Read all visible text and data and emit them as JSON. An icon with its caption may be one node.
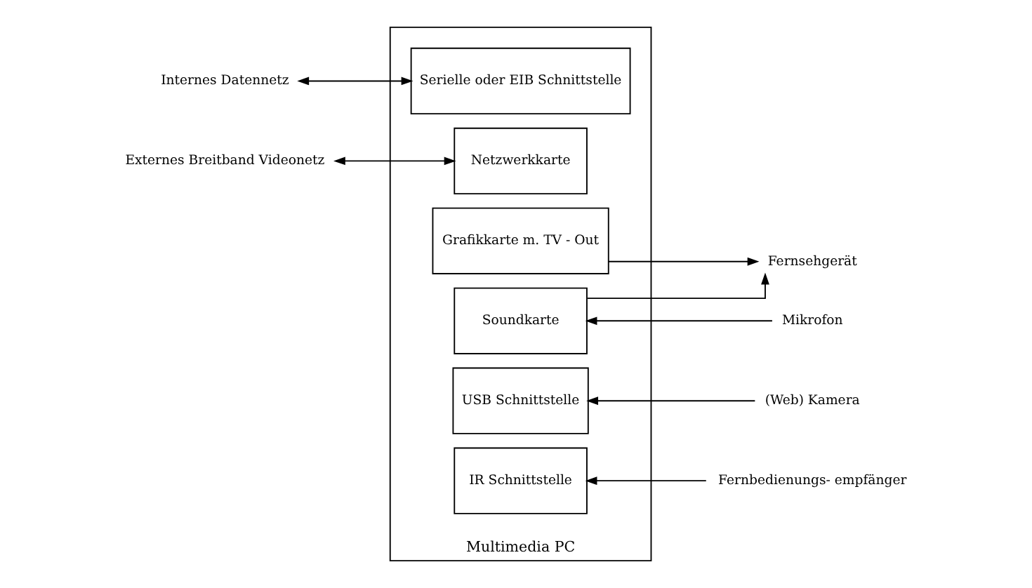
{
  "diagram": {
    "nodes": [
      {
        "text": [
          "Multimedia PC"
        ]
      },
      {
        "text": [
          "Serielle oder EIB Schnittstelle"
        ],
        "in": 0
      },
      {
        "text": [
          "Netzwerkkarte"
        ],
        "in": 0
      },
      {
        "text": [
          "Grafikkarte m. TV - Out"
        ],
        "in": 0
      },
      {
        "text": [
          "USB Schnittstelle"
        ],
        "in": 0
      },
      {
        "text": [
          "Soundkarte"
        ],
        "in": 0
      },
      {
        "text": [
          "IR Schnittstelle"
        ],
        "in": 0
      },
      {
        "text": [
          "Internes Datennetz"
        ]
      },
      {
        "text": [
          "Externes Breitband Videonetz"
        ]
      },
      {
        "text": [
          "Fernsehgerät"
        ]
      },
      {
        "text": [
          "(Web) Kamera"
        ]
      },
      {
        "text": [
          "Mikrofon"
        ]
      },
      {
        "text": [
          "Fernbedienungs- empfänger"
        ]
      }
    ],
    "edges": [
      {
        "from": 7,
        "to": 1,
        "arrow": "both"
      },
      {
        "from": 8,
        "to": 2,
        "arrow": "both"
      },
      {
        "from": 3,
        "to": 9,
        "arrow": "to"
      },
      {
        "from": 5,
        "to": 9,
        "arrow": "to"
      },
      {
        "from": 10,
        "to": 4,
        "arrow": "to"
      },
      {
        "from": 11,
        "to": 5,
        "arrow": "to"
      },
      {
        "from": 12,
        "to": 6,
        "arrow": "to"
      }
    ]
  }
}
